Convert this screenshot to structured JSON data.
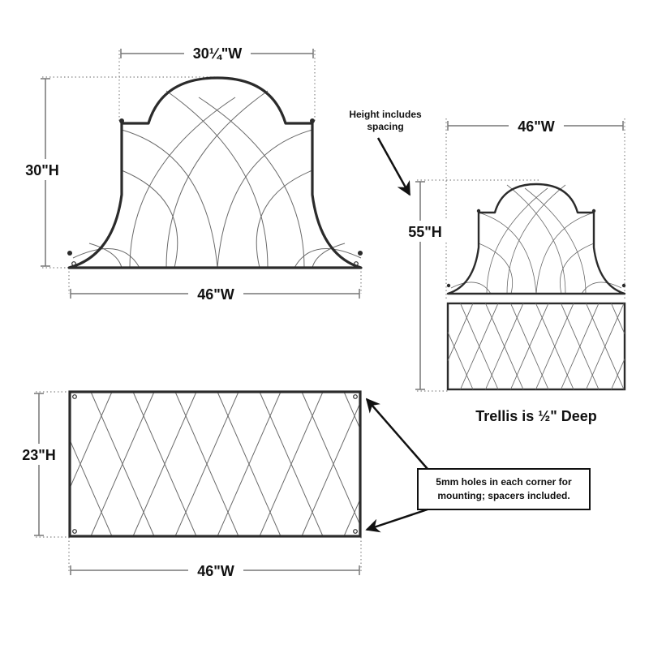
{
  "top_panel": {
    "inner_width_label": "30¼\"W",
    "height_label": "30\"H",
    "width_label": "46\"W"
  },
  "assembled": {
    "note_line1": "Height includes",
    "note_line2": "spacing",
    "width_label": "46\"W",
    "height_label": "55\"H"
  },
  "depth_label": "Trellis is ½\" Deep",
  "bottom_panel": {
    "height_label": "23\"H",
    "width_label": "46\"W"
  },
  "mounting_note": {
    "line1": "5mm holes in each corner for",
    "line2": "mounting; spacers included."
  },
  "colors": {
    "frame": "#2b2b2b",
    "wire": "#6a6a6a",
    "dim_line": "#777777",
    "arrow": "#111111"
  }
}
